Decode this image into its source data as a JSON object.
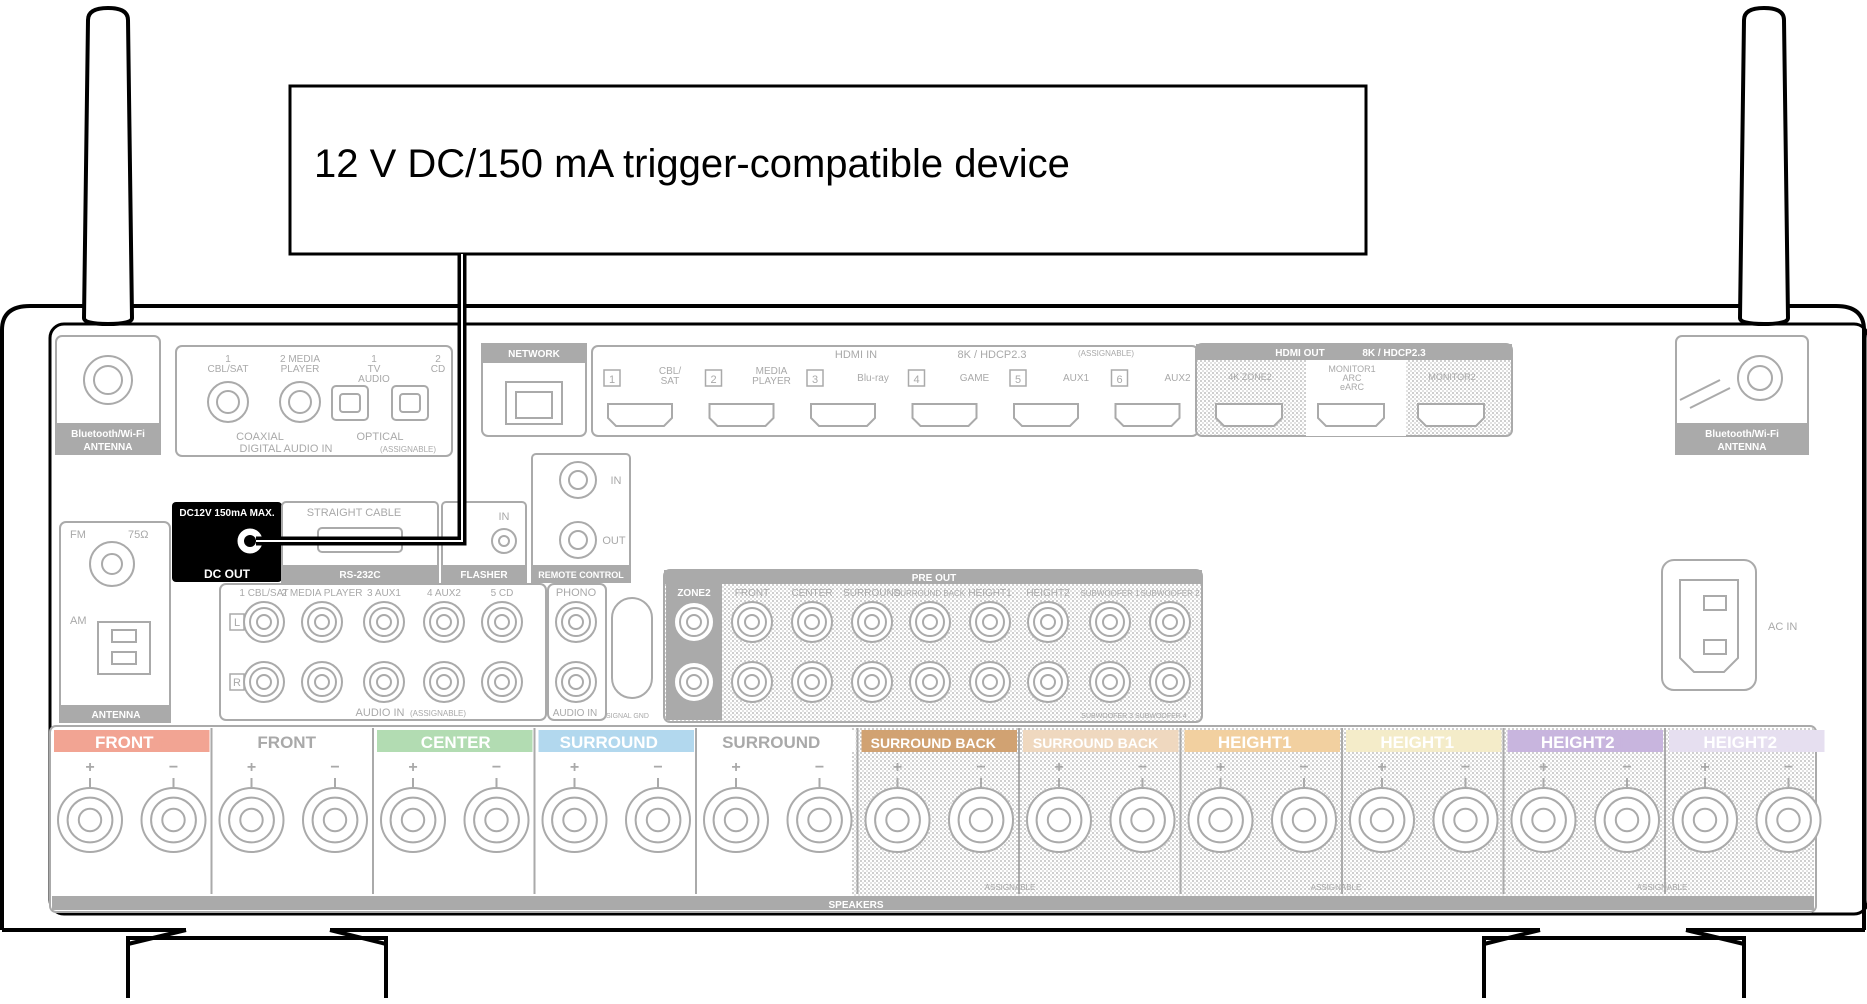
{
  "device_box": {
    "label": "12 V DC/150 mA trigger-compatible device"
  },
  "antennas": {
    "left_label": "Bluetooth/Wi-Fi\nANTENNA",
    "right_label": "Bluetooth/Wi-Fi\nANTENNA"
  },
  "digital_audio": {
    "title": "DIGITAL AUDIO IN",
    "assignable": "(ASSIGNABLE)",
    "coaxial_label": "COAXIAL",
    "optical_label": "OPTICAL",
    "inputs": [
      "1\nCBL/SAT",
      "2 MEDIA\nPLAYER",
      "1\nTV\nAUDIO",
      "2\nCD"
    ]
  },
  "network": {
    "label": "NETWORK"
  },
  "hdmi_in": {
    "title": "HDMI IN",
    "spec": "8K / HDCP2.3",
    "assignable": "(ASSIGNABLE)",
    "ports": [
      {
        "num": "1",
        "name": "CBL/\nSAT"
      },
      {
        "num": "2",
        "name": "MEDIA\nPLAYER"
      },
      {
        "num": "3",
        "name": "Blu-ray"
      },
      {
        "num": "4",
        "name": "GAME"
      },
      {
        "num": "5",
        "name": "AUX1"
      },
      {
        "num": "6",
        "name": "AUX2"
      }
    ]
  },
  "hdmi_out": {
    "title": "HDMI OUT",
    "spec": "8K / HDCP2.3",
    "ports": [
      "4K  ZONE2",
      "MONITOR1\nARC\neARC",
      "MONITOR2"
    ]
  },
  "dc_out": {
    "spec": "DC12V 150mA MAX.",
    "label": "DC OUT"
  },
  "rs232c": {
    "top": "STRAIGHT CABLE",
    "label": "RS-232C"
  },
  "flasher": {
    "in_label": "IN",
    "label": "FLASHER"
  },
  "remote_control": {
    "in_label": "IN",
    "out_label": "OUT",
    "label": "REMOTE CONTROL"
  },
  "antenna": {
    "fm": "FM",
    "ohm": "75Ω",
    "am": "AM",
    "label": "ANTENNA"
  },
  "audio_in": {
    "title": "AUDIO IN",
    "assignable": "(ASSIGNABLE)",
    "inputs": [
      "1 CBL/SAT",
      "2 MEDIA PLAYER",
      "3 AUX1",
      "4 AUX2",
      "5 CD"
    ],
    "left": "L",
    "right": "R"
  },
  "phono": {
    "label": "PHONO",
    "footer": "AUDIO IN",
    "gnd": "SIGNAL GND"
  },
  "pre_out": {
    "title": "PRE OUT",
    "zone2": "ZONE2",
    "channels": [
      "FRONT",
      "CENTER",
      "SURROUND",
      "SURROUND BACK",
      "HEIGHT1",
      "HEIGHT2",
      "SUBWOOFER 1",
      "SUBWOOFER 2"
    ],
    "sub_footer": "SUBWOOFER 3   SUBWOOFER 4"
  },
  "ac_in": {
    "label": "AC IN"
  },
  "speakers": {
    "footer": "SPEAKERS",
    "assignable": "ASSIGNABLE",
    "plus": "+",
    "minus": "−",
    "groups": [
      {
        "name": "FRONT",
        "side": "R",
        "color": "#f2a493",
        "text": "#ffffff"
      },
      {
        "name": "FRONT",
        "side": "L",
        "color": "#ffffff",
        "text": "#a9a9a9"
      },
      {
        "name": "CENTER",
        "side": "",
        "color": "#b2dcb2",
        "text": "#ffffff"
      },
      {
        "name": "SURROUND",
        "side": "R",
        "color": "#b2d8ee",
        "text": "#ffffff"
      },
      {
        "name": "SURROUND",
        "side": "L",
        "color": "#ffffff",
        "text": "#a9a9a9"
      },
      {
        "name": "SURROUND BACK",
        "side": "R",
        "color": "#d1a272",
        "text": "#ffffff"
      },
      {
        "name": "SURROUND BACK",
        "side": "L",
        "color": "#efd8bf",
        "text": "#ffffff"
      },
      {
        "name": "HEIGHT1",
        "side": "R",
        "color": "#f2d0a0",
        "text": "#ffffff"
      },
      {
        "name": "HEIGHT1",
        "side": "L",
        "color": "#f4ecc9",
        "text": "#ffffff"
      },
      {
        "name": "HEIGHT2",
        "side": "R",
        "color": "#c8b5de",
        "text": "#ffffff"
      },
      {
        "name": "HEIGHT2",
        "side": "L",
        "color": "#e6dff0",
        "text": "#ffffff"
      }
    ]
  }
}
